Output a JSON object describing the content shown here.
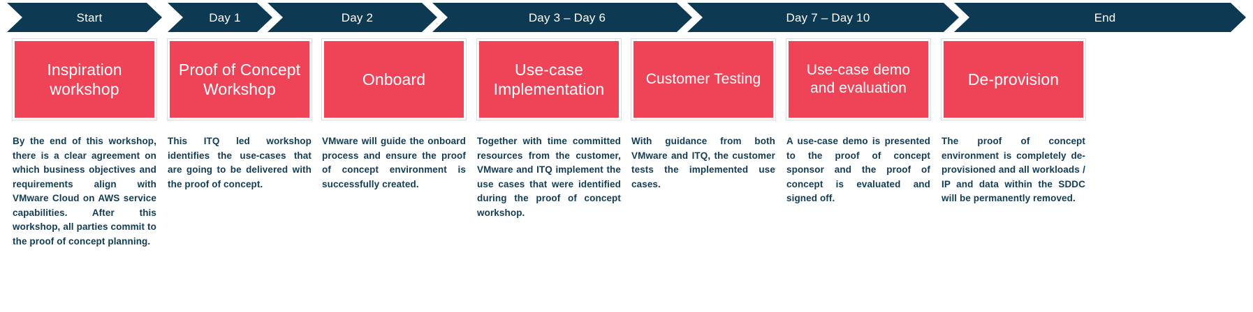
{
  "diagram": {
    "type": "process-timeline",
    "colors": {
      "phase_band": "#0d3a52",
      "card_fill": "#ef4458",
      "card_border": "#ffffff",
      "body_text": "#123c55",
      "background": "#ffffff"
    }
  },
  "phases": [
    {
      "label": "Start"
    },
    {
      "label": "Day 1"
    },
    {
      "label": "Day 2"
    },
    {
      "label": "Day 3 – Day 6"
    },
    {
      "label": "Day 7 – Day 10"
    },
    {
      "label": "End"
    }
  ],
  "steps": [
    {
      "title": "Inspiration workshop",
      "description": "By the end of this workshop, there is a clear agreement on which business objectives and requirements align with VMware Cloud on AWS service capabilities. After this workshop, all parties commit to the proof of concept planning."
    },
    {
      "title": "Proof of Concept Workshop",
      "description": "This ITQ led workshop identifies the use-cases that are going to be delivered with the proof of concept."
    },
    {
      "title": "Onboard",
      "description": "VMware will guide the onboard process and ensure the proof of concept environment is successfully created."
    },
    {
      "title": "Use-case Implementation",
      "description": "Together with time committed resources from the customer, VMware and ITQ implement the use cases that were identified during the proof of concept workshop."
    },
    {
      "title": "Customer Testing",
      "description": "With guidance from both VMware and ITQ, the customer tests the implemented use cases."
    },
    {
      "title": "Use-case demo and evaluation",
      "description": "A use-case demo is presented to the proof of concept sponsor and the proof of concept is evaluated and signed off."
    },
    {
      "title": "De-provision",
      "description": "The proof of concept environment is completely de-provisioned and all workloads / IP and data within the SDDC will be permanently removed."
    }
  ]
}
